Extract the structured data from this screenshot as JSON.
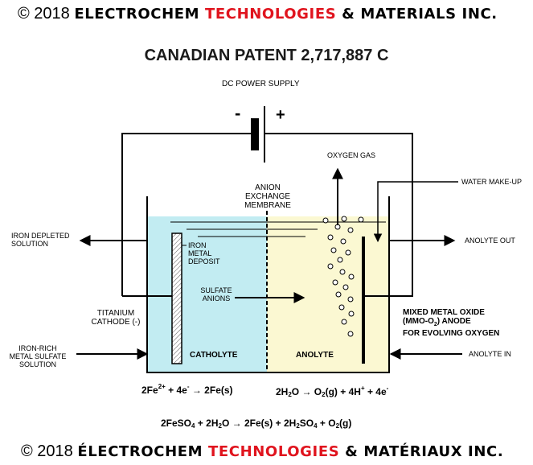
{
  "header": {
    "copyright": "© 2018 ",
    "brand_a": "ELECTROCHEM ",
    "brand_b": "TECHNOLOGIES",
    "brand_c": " & MATERIALS INC."
  },
  "title": "CANADIAN PATENT 2,717,887 C",
  "diagram": {
    "power_supply": "DC POWER SUPPLY",
    "minus": "-",
    "plus": "+",
    "oxygen_gas": "OXYGEN GAS",
    "water_makeup": "WATER MAKE-UP",
    "membrane": [
      "ANION",
      "EXCHANGE",
      "MEMBRANE"
    ],
    "iron_depleted": [
      "IRON DEPLETED",
      "SOLUTION"
    ],
    "anolyte_out": "ANOLYTE OUT",
    "iron_deposit": [
      "IRON",
      "METAL",
      "DEPOSIT"
    ],
    "sulfate_anions": [
      "SULFATE",
      "ANIONS"
    ],
    "titanium_cathode": [
      "TITANIUM",
      "CATHODE (-)"
    ],
    "mmo_anode": [
      "MIXED METAL OXIDE",
      "(MMO-O",
      "2",
      ") ANODE",
      "FOR EVOLVING OXYGEN"
    ],
    "iron_rich": [
      "IRON-RICH",
      "METAL SULFATE",
      "SOLUTION"
    ],
    "anolyte_in": "ANOLYTE IN",
    "catholyte": "CATHOLYTE",
    "anolyte": "ANOLYTE",
    "colors": {
      "catholyte_fill": "#c2ecf2",
      "anolyte_fill": "#fbf8d2",
      "brand_red": "#e0141e"
    }
  },
  "equations": {
    "cathode": {
      "a": "2Fe",
      "a_sup": "2+",
      "b": " + 4e",
      "b_sup": "-",
      "c": " → 2Fe(s)"
    },
    "anode": {
      "a": "2H",
      "a_sub": "2",
      "b": "O  →  O",
      "b_sub": "2",
      "c": "(g) + 4H",
      "c_sup": "+",
      "d": " + 4e",
      "d_sup": "-"
    },
    "overall": {
      "a": "2FeSO",
      "a_sub": "4",
      "b": " + 2H",
      "b_sub": "2",
      "c": "O  → 2Fe(s) + 2H",
      "c_sub": "2",
      "d": "SO",
      "d_sub": "4",
      "e": " + O",
      "e_sub": "2",
      "f": "(g)"
    }
  },
  "footer": {
    "copyright": "© 2018 ",
    "brand_a": "ÉLECTROCHEM ",
    "brand_b": "TECHNOLOGIES",
    "brand_c": " & MATÉRIAUX INC."
  }
}
